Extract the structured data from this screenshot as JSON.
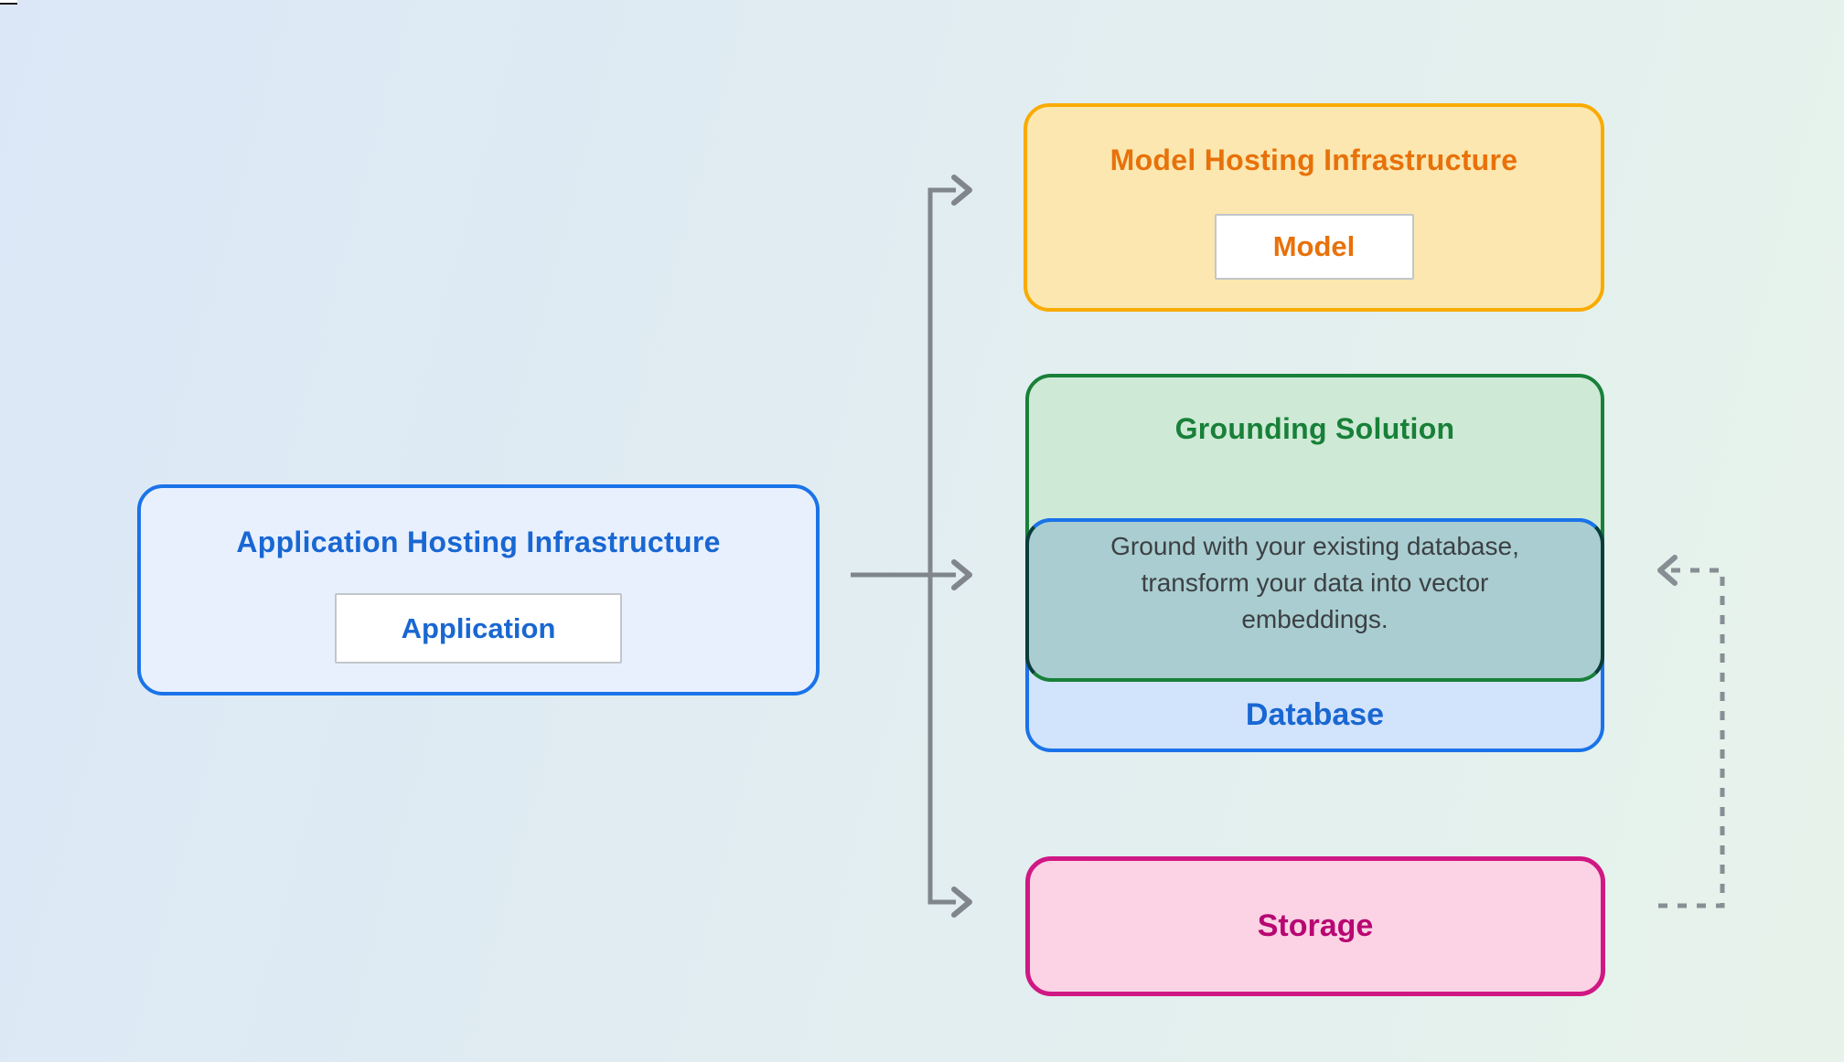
{
  "diagram": {
    "application_box": {
      "title": "Application Hosting Infrastructure",
      "chip_label": "Application",
      "border_color": "#1a73e8",
      "fill_color": "#e8f0fe",
      "title_color": "#1967d2"
    },
    "model_box": {
      "title": "Model Hosting Infrastructure",
      "chip_label": "Model",
      "border_color": "#f9ab00",
      "fill_color": "#fbe7af",
      "title_color": "#e8710a"
    },
    "grounding_box": {
      "title": "Grounding Solution",
      "description": "Ground with your existing database, transform your data into vector embeddings.",
      "border_color": "#188038",
      "fill_color": "#ceead6",
      "title_color": "#188038",
      "overlap_fill_color": "#a9cdd1",
      "description_color": "#3c4043"
    },
    "database_box": {
      "label": "Database",
      "border_color": "#1a73e8",
      "fill_color": "#d2e3fc",
      "label_color": "#1967d2"
    },
    "storage_box": {
      "label": "Storage",
      "border_color": "#d01884",
      "fill_color": "#fbd3e5",
      "label_color": "#b80672"
    },
    "arrows": {
      "solid_color": "#80868b",
      "dashed_color": "#878e94"
    },
    "background": {
      "gradient_left_color": "#dbe7f6",
      "gradient_right_color": "#e7f3ea"
    }
  }
}
